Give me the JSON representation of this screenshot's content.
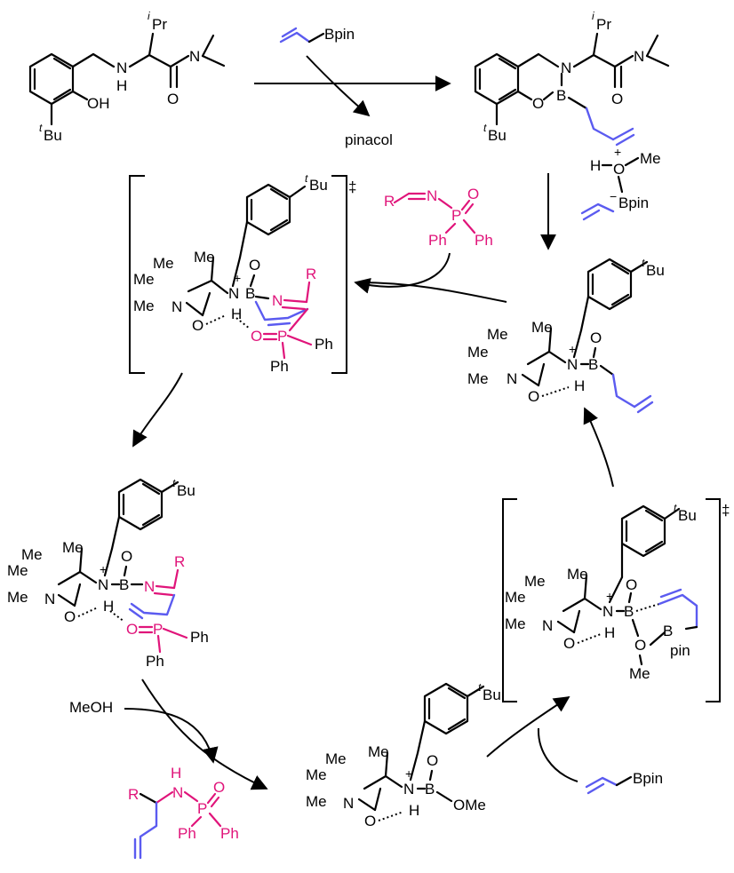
{
  "reagents": {
    "top_reagent": "Bpin",
    "byproduct": "pinacol",
    "methanol": "MeOH",
    "right_reagent": "Bpin",
    "bottom_right_reagent": "Bpin",
    "right_reagent_oxygen_substituent": "Me"
  },
  "substituents": {
    "isopropyl": "Pr",
    "isopropyl_prefix": "i",
    "tert_butyl": "Bu",
    "tert_butyl_prefix": "t",
    "phenyl": "Ph",
    "methyl": "Me",
    "methoxy": "OMe",
    "pin": "pin",
    "generic_r": "R"
  },
  "atoms": {
    "nitrogen": "N",
    "oxygen": "O",
    "boron": "B",
    "phosphorus": "P",
    "hydrogen": "H",
    "oh": "OH",
    "plus": "+",
    "minus": "−"
  },
  "transition_state_mark": "‡",
  "colors": {
    "alkene_blue": "#5b5bf0",
    "imine_pink": "#e0147a",
    "ink": "#000000"
  }
}
